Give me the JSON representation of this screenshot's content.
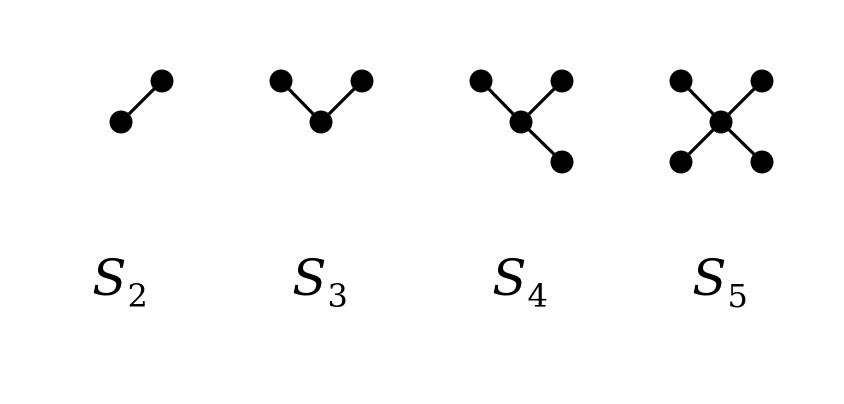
{
  "graphs": [
    {
      "base": "S",
      "sub": "2"
    },
    {
      "base": "S",
      "sub": "3"
    },
    {
      "base": "S",
      "sub": "4"
    },
    {
      "base": "S",
      "sub": "5"
    }
  ]
}
